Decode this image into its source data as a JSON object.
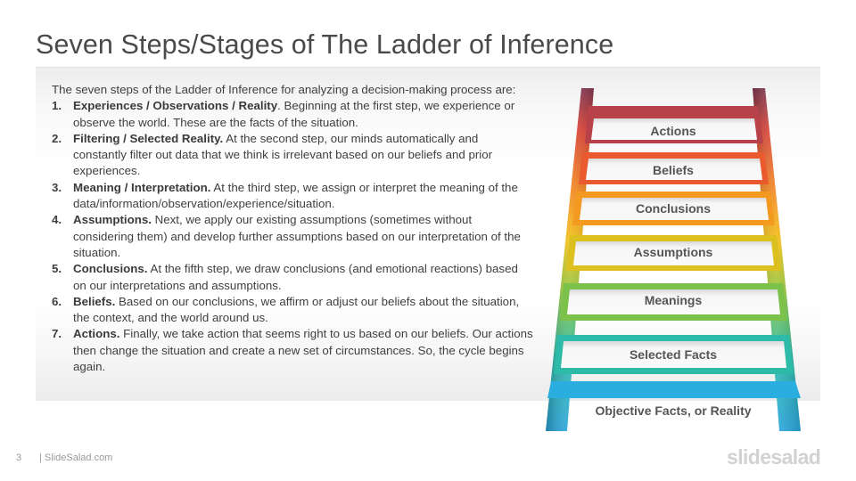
{
  "slide": {
    "title": "Seven Steps/Stages of The Ladder of Inference",
    "intro": "The seven steps of the Ladder of Inference for analyzing a decision-making process are:",
    "steps": [
      {
        "num": "1.",
        "label": "Experiences / Observations / Reality",
        "text": ". Beginning at the first step, we experience or observe the world. These are the facts of the situation."
      },
      {
        "num": "2.",
        "label": "Filtering / Selected Reality.",
        "text": " At the second step, our minds automatically and constantly filter out data that we think is irrelevant based on our beliefs and prior experiences."
      },
      {
        "num": "3.",
        "label": "Meaning / Interpretation.",
        "text": "  At the third step, we assign or interpret the meaning of the data/information/observation/experience/situation."
      },
      {
        "num": "4.",
        "label": "Assumptions.",
        "text": " Next, we apply our existing assumptions (sometimes without considering them) and develop further assumptions based on our interpretation of the situation."
      },
      {
        "num": "5.",
        "label": "Conclusions.",
        "text": " At the fifth step, we draw conclusions (and emotional reactions) based on our interpretations and assumptions."
      },
      {
        "num": "6.",
        "label": "Beliefs.",
        "text": " Based on our conclusions, we affirm or adjust our beliefs about the situation, the context, and the world around us."
      },
      {
        "num": "7.",
        "label": "Actions.",
        "text": " Finally, we take action that seems right to us based on our beliefs. Our actions then change the situation and create a new set of circumstances. So, the cycle begins again."
      }
    ]
  },
  "ladder": {
    "rungs": [
      "Actions",
      "Beliefs",
      "Conclusions",
      "Assumptions",
      "Meanings",
      "Selected Facts",
      "Objective Facts, or Reality"
    ],
    "colors": {
      "top": "#8a3c55",
      "red": "#e2473c",
      "orange": "#f58a1f",
      "yellow": "#f2c118",
      "green": "#8dc63f",
      "teal": "#2bb8a5",
      "cyan": "#2aa8e0",
      "panel": "#f2f2f2"
    }
  },
  "footer": {
    "page_number": "3",
    "brand": "| SlideSalad.com",
    "logo": "slidesalad"
  }
}
